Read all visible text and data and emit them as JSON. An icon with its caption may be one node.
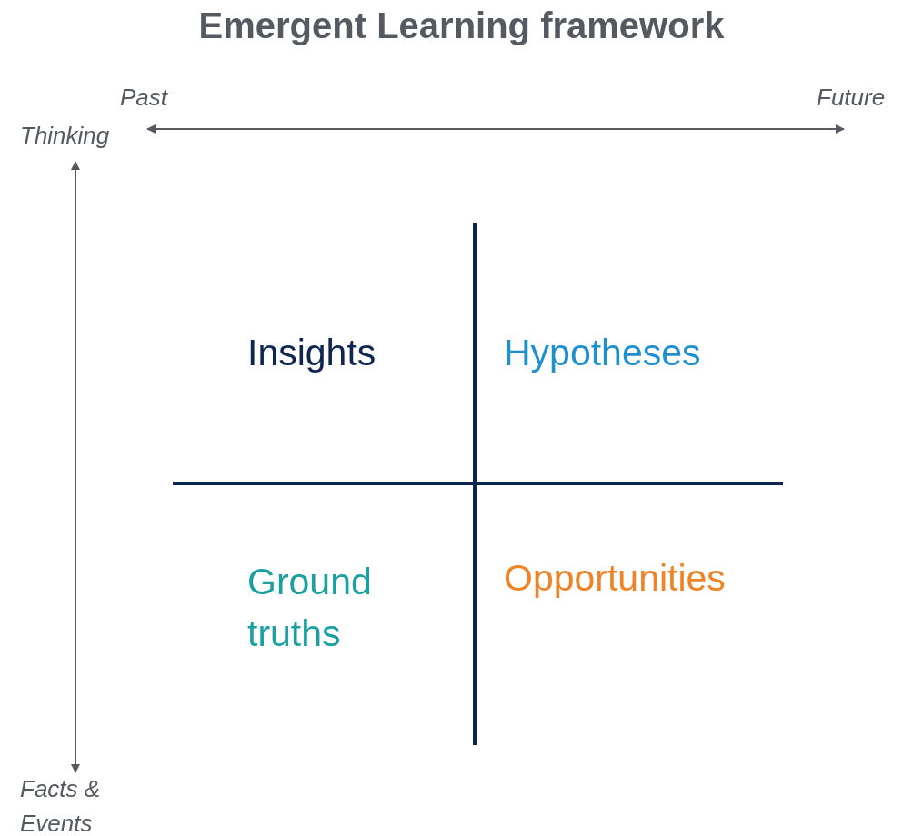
{
  "diagram": {
    "title": "Emergent Learning framework",
    "labels": [
      "Past",
      "Future",
      "Thinking",
      "Insights",
      "Hypotheses",
      "Ground truths",
      "Opportunities",
      "Facts & Events"
    ]
  }
}
